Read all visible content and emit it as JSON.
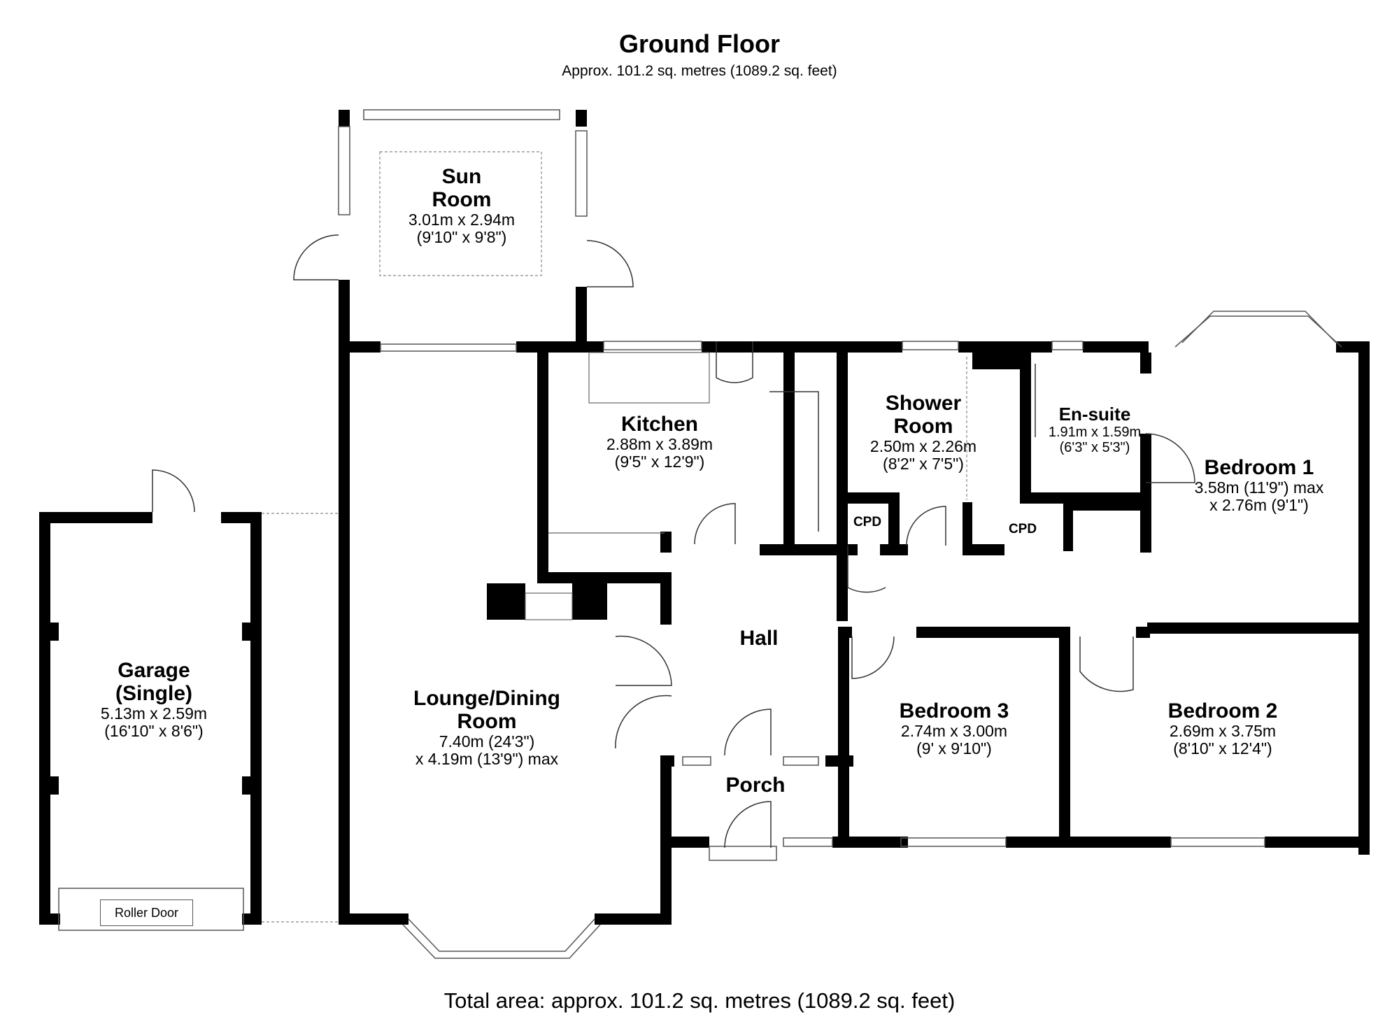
{
  "header": {
    "title": "Ground Floor",
    "subtitle": "Approx. 101.2 sq. metres (1089.2 sq. feet)"
  },
  "rooms": {
    "sun_room": {
      "name_1": "Sun",
      "name_2": "Room",
      "dim_1": "3.01m x 2.94m",
      "dim_2": "(9'10\" x 9'8\")"
    },
    "kitchen": {
      "name": "Kitchen",
      "dim_1": "2.88m x 3.89m",
      "dim_2": "(9'5\" x 12'9\")"
    },
    "shower_room": {
      "name_1": "Shower",
      "name_2": "Room",
      "dim_1": "2.50m x 2.26m",
      "dim_2": "(8'2\" x 7'5\")"
    },
    "en_suite": {
      "name": "En-suite",
      "dim_1": "1.91m x 1.59m",
      "dim_2": "(6'3\" x 5'3\")"
    },
    "bedroom_1": {
      "name": "Bedroom 1",
      "dim_1": "3.58m (11'9\") max",
      "dim_2": "x 2.76m (9'1\")"
    },
    "garage": {
      "name_1": "Garage",
      "name_2": "(Single)",
      "dim_1": "5.13m x 2.59m",
      "dim_2": "(16'10\" x 8'6\")"
    },
    "lounge": {
      "name_1": "Lounge/Dining",
      "name_2": "Room",
      "dim_1": "7.40m (24'3\")",
      "dim_2": "x 4.19m (13'9\") max"
    },
    "hall": {
      "name": "Hall"
    },
    "bedroom_3": {
      "name": "Bedroom 3",
      "dim_1": "2.74m x 3.00m",
      "dim_2": "(9' x 9'10\")"
    },
    "bedroom_2": {
      "name": "Bedroom 2",
      "dim_1": "2.69m x 3.75m",
      "dim_2": "(8'10\" x 12'4\")"
    },
    "porch": {
      "name": "Porch"
    }
  },
  "cupboards": {
    "cpd_1": "CPD",
    "cpd_2": "CPD"
  },
  "garage_door_label": "Roller Door",
  "footer": {
    "total_area": "Total area: approx. 101.2 sq. metres (1089.2 sq. feet)"
  }
}
